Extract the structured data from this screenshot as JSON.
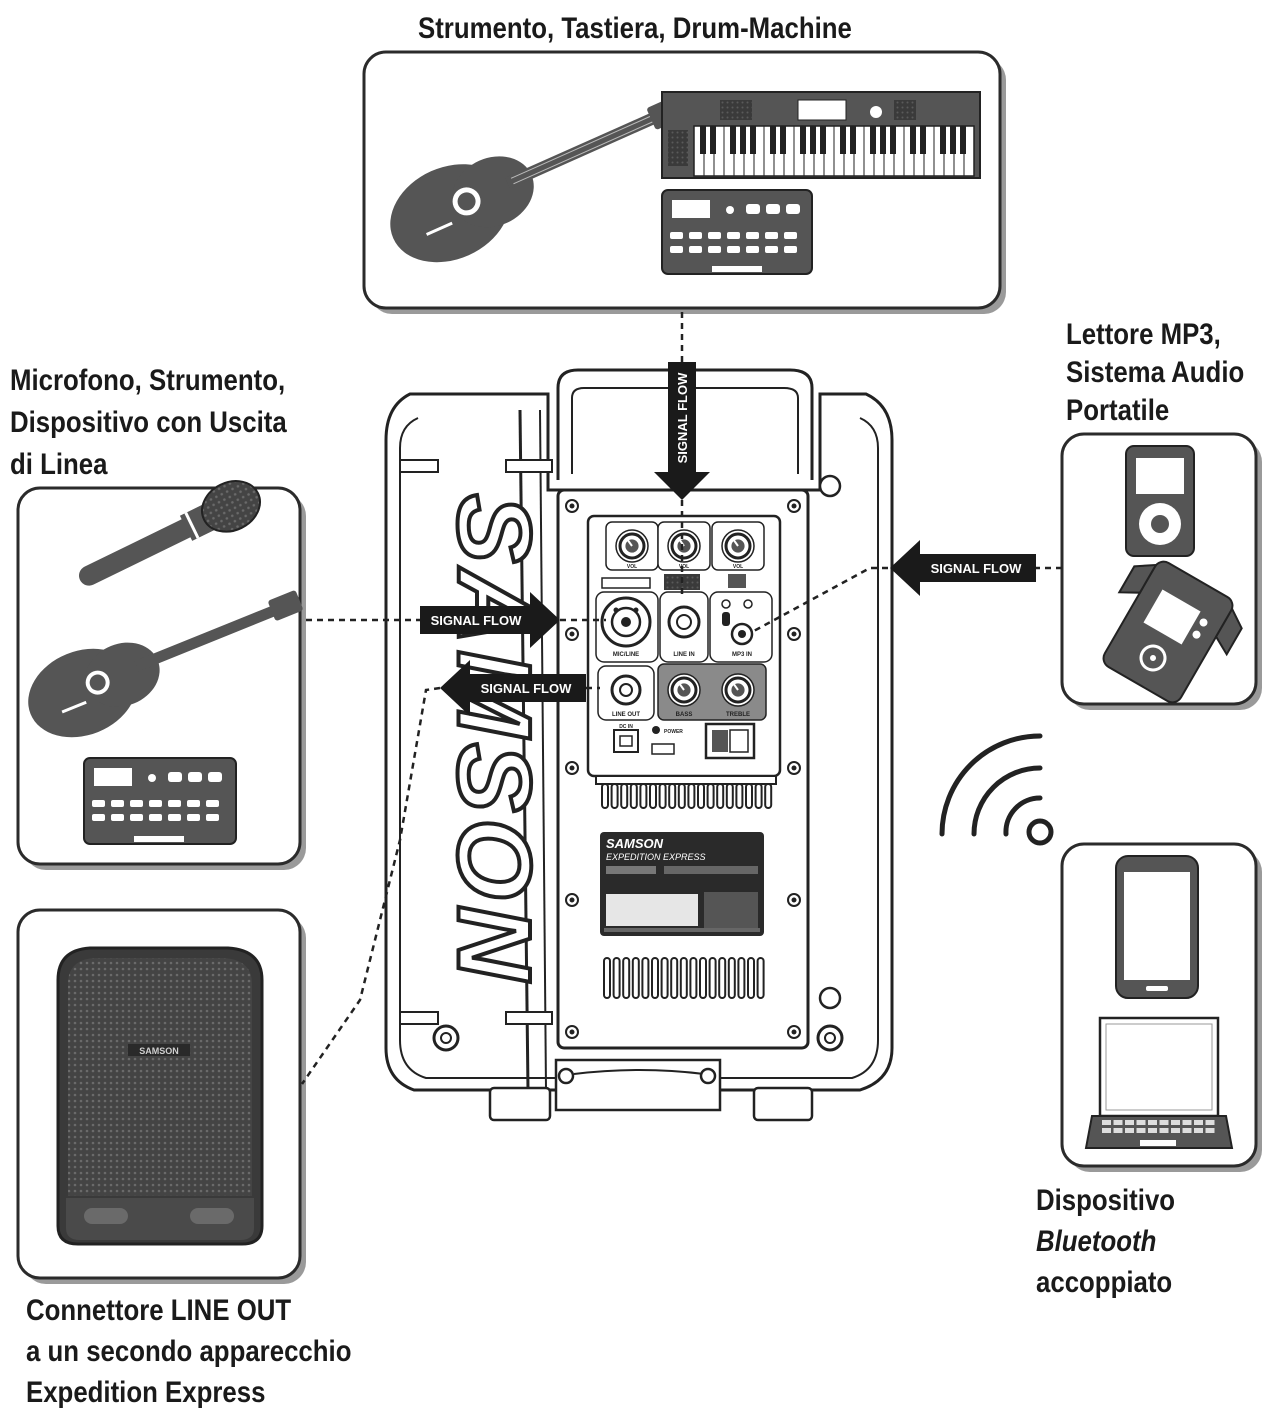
{
  "labels": {
    "top": "Strumento, Tastiera, Drum-Machine",
    "left_1": "Microfono, Strumento,",
    "left_2": "Dispositivo con Uscita",
    "left_3": "di Linea",
    "right_1": "Lettore MP3,",
    "right_2": "Sistema Audio",
    "right_3": "Portatile",
    "bt_1": "Dispositivo",
    "bt_2": "Bluetooth",
    "bt_3": "accoppiato",
    "lineout_1": "Connettore LINE OUT",
    "lineout_2": "a un secondo apparecchio",
    "lineout_3": "Expedition Express"
  },
  "signal": "SIGNAL FLOW",
  "brand": "SAMSON",
  "product": "EXPEDITION EXPRESS",
  "panel": {
    "mic_in": "MIC/LINE",
    "line_in": "LINE IN",
    "aux_in": "MP3 IN",
    "line_out": "LINE OUT",
    "bass": "BASS",
    "treble": "TREBLE",
    "power": "POWER",
    "dc_in": "DC IN",
    "knob": "VOL"
  },
  "colors": {
    "ink": "#1a1a1a",
    "device": "#555555",
    "box_border": "#2b2b2b",
    "shadow": "#9a9a9a",
    "grey_panel": "#8a8a8a"
  }
}
